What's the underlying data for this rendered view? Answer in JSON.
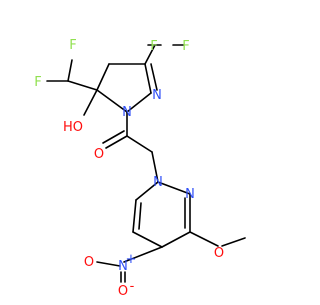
{
  "molecule": {
    "atoms": {
      "F1": "F",
      "F2": "F",
      "F3": "F",
      "F4": "F",
      "N1": "N",
      "N2": "N",
      "N3": "N",
      "N4": "N",
      "N5": "N",
      "O_hydroxyl": "HO",
      "O_carbonyl": "O",
      "O_nitro_1": "O",
      "O_nitro_2": "O",
      "O_methoxy": "O"
    },
    "charges": {
      "nitro_N": "+",
      "nitro_O": "-"
    }
  },
  "colors": {
    "bond": "#000000",
    "F": "#90e050",
    "N": "#3050f8",
    "O": "#ff0d0d"
  }
}
